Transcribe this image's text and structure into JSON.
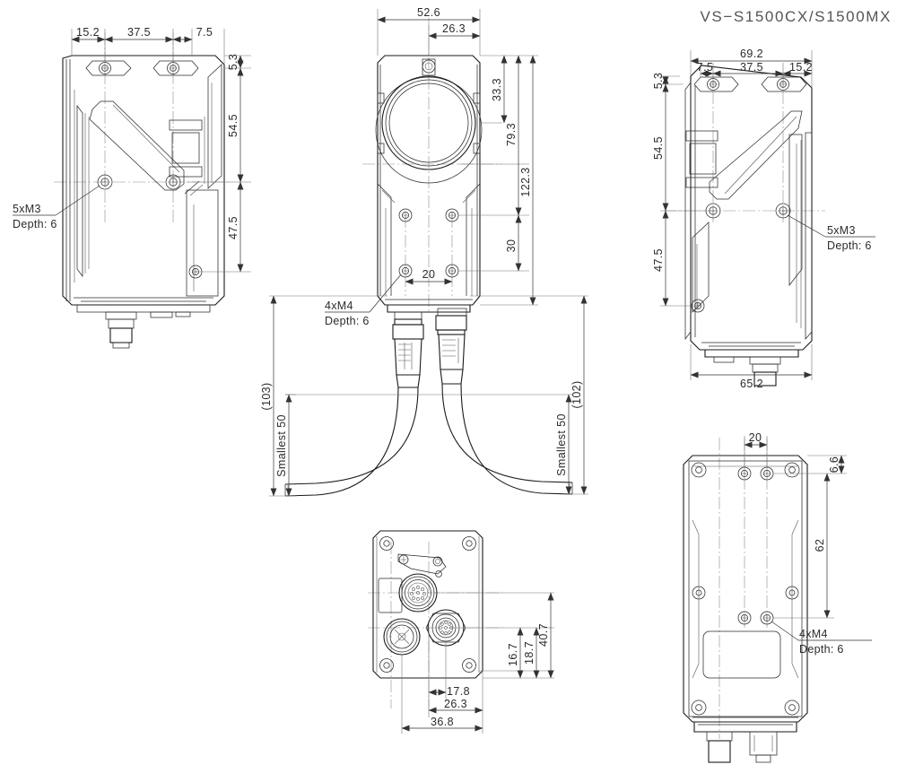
{
  "drawing": {
    "title": "VS−S1500CX/S1500MX",
    "background": "#ffffff",
    "line_color": "#1a1a1a",
    "text_color": "#2b2b2b",
    "title_color": "#555555",
    "units": "mm"
  },
  "views": {
    "left_side": {
      "name": "left-side-view",
      "dimensions_horizontal": [
        "15.2",
        "37.5",
        "7.5"
      ],
      "dimensions_vertical": [
        "5.3",
        "54.5",
        "47.5"
      ],
      "callout": {
        "line1": "5xM3",
        "line2": "Depth: 6"
      }
    },
    "front": {
      "name": "front-view",
      "dimensions_horizontal": [
        "52.6",
        "26.3",
        "20"
      ],
      "dimensions_vertical": [
        "33.3",
        "79.3",
        "122.3",
        "30"
      ],
      "callout": {
        "line1": "4xM4",
        "line2": "Depth: 6"
      },
      "cable_left": {
        "overall": "(103)",
        "bend": "Smallest 50"
      },
      "cable_right": {
        "overall": "(102)",
        "bend": "Smallest 50"
      }
    },
    "right_side": {
      "name": "right-side-view",
      "dimensions_horizontal": [
        "69.2",
        "7.5",
        "37.5",
        "15.2",
        "65.2"
      ],
      "dimensions_vertical": [
        "5.3",
        "54.5",
        "47.5"
      ],
      "callout": {
        "line1": "5xM3",
        "line2": "Depth: 6"
      }
    },
    "bottom": {
      "name": "bottom-view",
      "dimensions_horizontal": [
        "17.8",
        "26.3",
        "36.8"
      ],
      "dimensions_vertical": [
        "16.7",
        "18.7",
        "40.7"
      ]
    },
    "rear": {
      "name": "rear-view",
      "dimensions_horizontal": [
        "20"
      ],
      "dimensions_vertical": [
        "6.6",
        "62"
      ],
      "callout": {
        "line1": "4xM4",
        "line2": "Depth: 6"
      }
    }
  }
}
